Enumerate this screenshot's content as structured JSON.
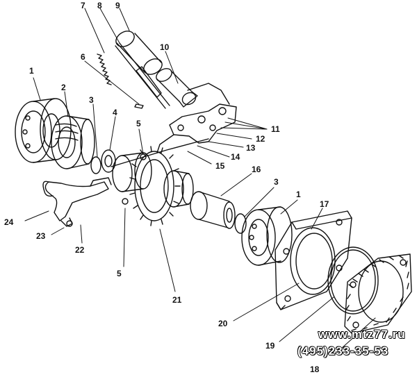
{
  "callouts": {
    "c1a": "1",
    "c1b": "1",
    "c2": "2",
    "c3a": "3",
    "c3b": "3",
    "c4": "4",
    "c5a": "5",
    "c5b": "5",
    "c7": "7",
    "c8": "8",
    "c9": "9",
    "c10": "10",
    "c11": "11",
    "c12": "12",
    "c13": "13",
    "c14": "14",
    "c15": "15",
    "c16": "16",
    "c17": "17",
    "c18": "18",
    "c19": "19",
    "c20": "20",
    "c21": "21",
    "c22": "22",
    "c23": "23",
    "c24": "24",
    "c6": "6"
  },
  "watermark": {
    "site": "www.mtz77.ru",
    "phone": "(495)233-35-53"
  }
}
